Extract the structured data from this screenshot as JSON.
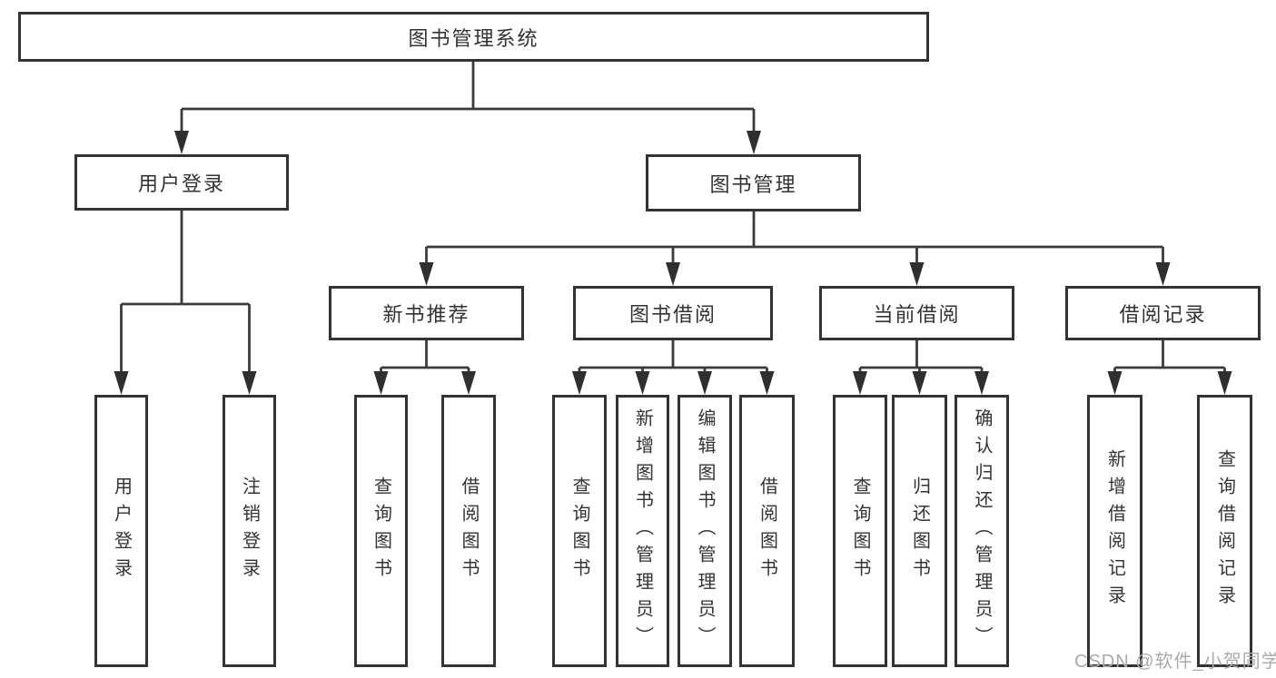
{
  "tree": {
    "root": {
      "label": "图书管理系统"
    },
    "branches": [
      {
        "label": "用户登录",
        "leaves": [
          "用户登录",
          "注销登录"
        ]
      },
      {
        "label": "图书管理",
        "groups": [
          {
            "label": "新书推荐",
            "leaves": [
              "查询图书",
              "借阅图书"
            ]
          },
          {
            "label": "图书借阅",
            "leaves": [
              "查询图书",
              "新增图书（管理员）",
              "编辑图书（管理员）",
              "借阅图书"
            ]
          },
          {
            "label": "当前借阅",
            "leaves": [
              "查询图书",
              "归还图书",
              "确认归还（管理员）"
            ]
          },
          {
            "label": "借阅记录",
            "leaves": [
              "新增借阅记录",
              "查询借阅记录"
            ]
          }
        ]
      }
    ]
  },
  "watermark": "CSDN @软件_小贺同学",
  "colors": {
    "line": "#3b3b3b",
    "arrow": "#2f2f2f",
    "box_border": "#333333",
    "text": "#333333",
    "watermark": "#aaaaaa",
    "background": "#ffffff"
  }
}
